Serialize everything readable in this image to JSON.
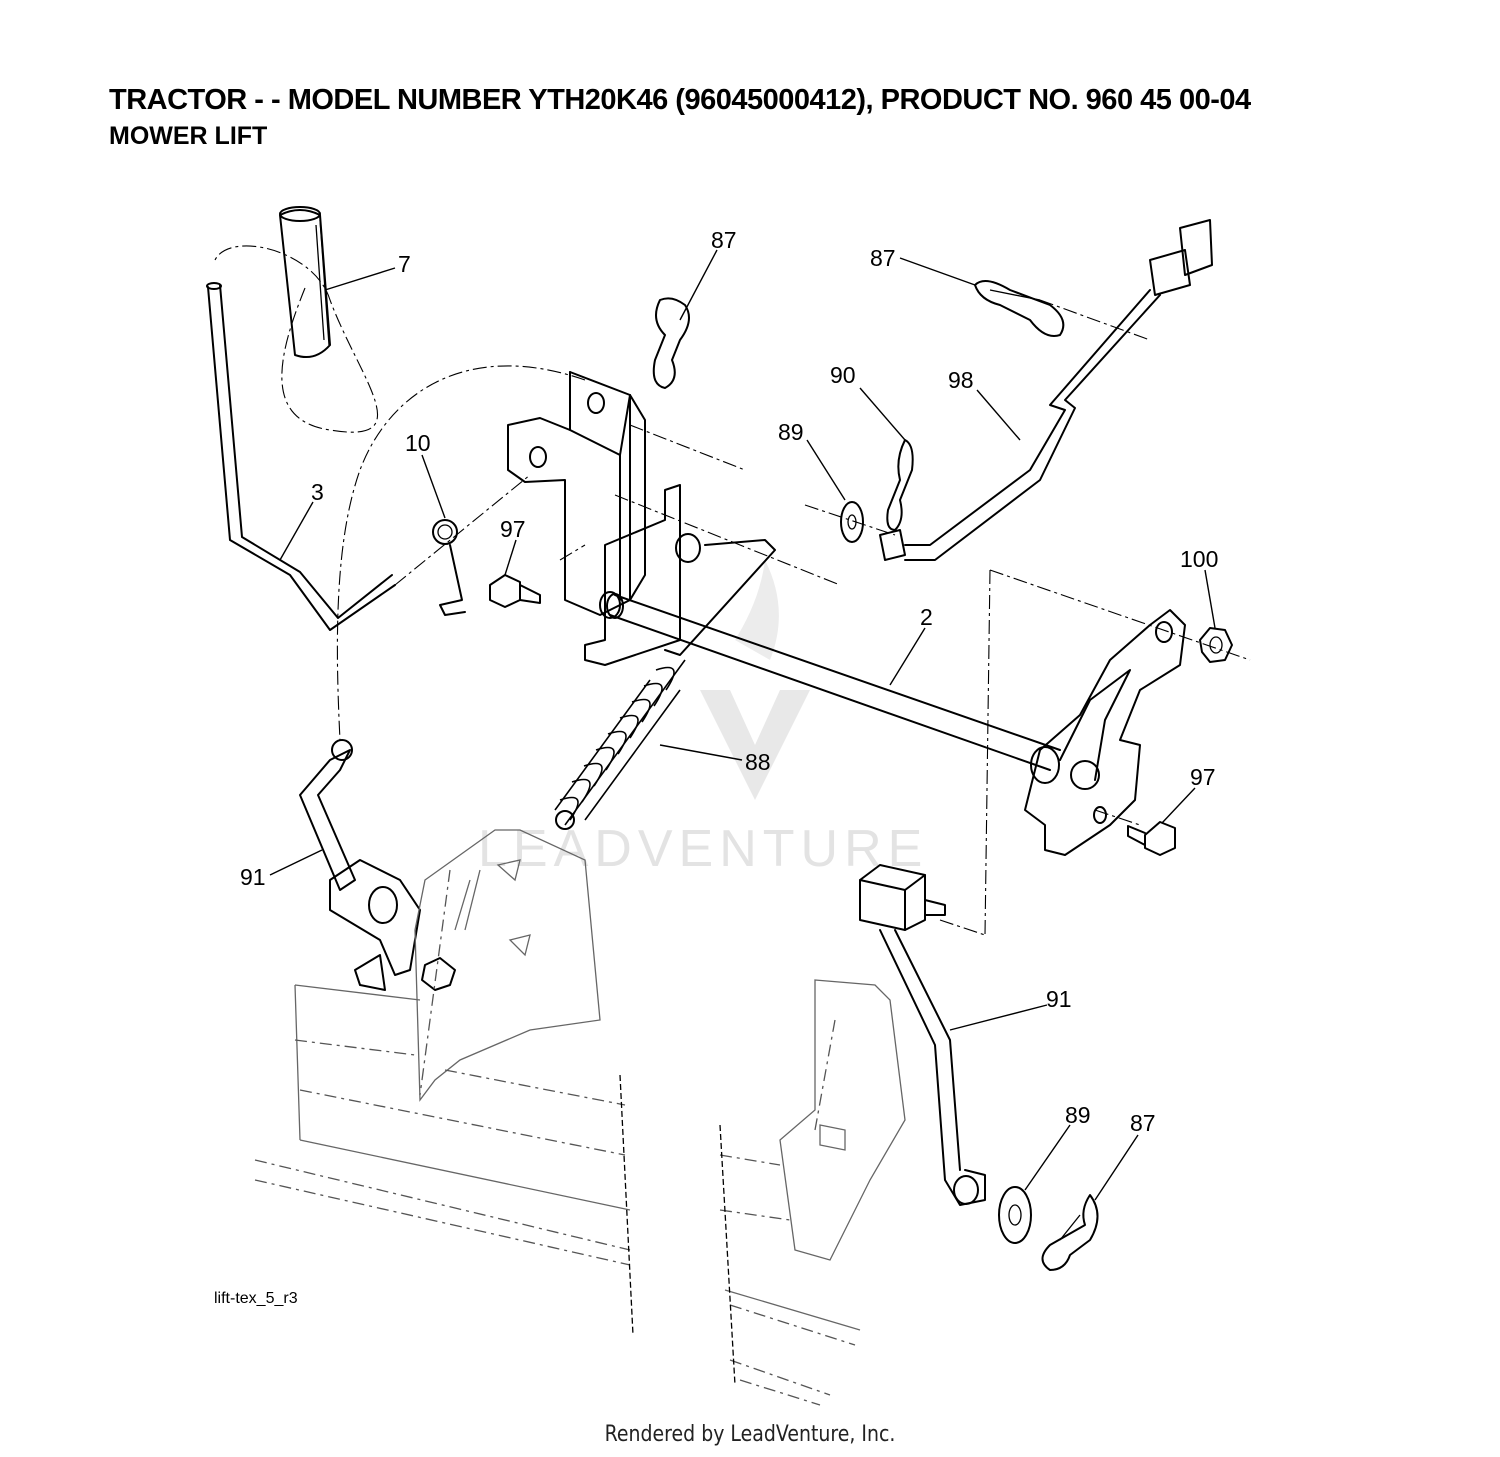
{
  "header": {
    "title": "TRACTOR - - MODEL NUMBER YTH20K46 (96045000412), PRODUCT NO. 960 45 00-04",
    "subtitle": "MOWER LIFT"
  },
  "diagram": {
    "reference_code": "lift-tex_5_r3",
    "watermark": "LEADVENTURE",
    "callouts": [
      "7",
      "3",
      "10",
      "97",
      "87",
      "87",
      "90",
      "89",
      "98",
      "100",
      "2",
      "88",
      "97",
      "91",
      "91",
      "89",
      "87"
    ]
  },
  "footer": {
    "text": "Rendered by LeadVenture, Inc."
  }
}
